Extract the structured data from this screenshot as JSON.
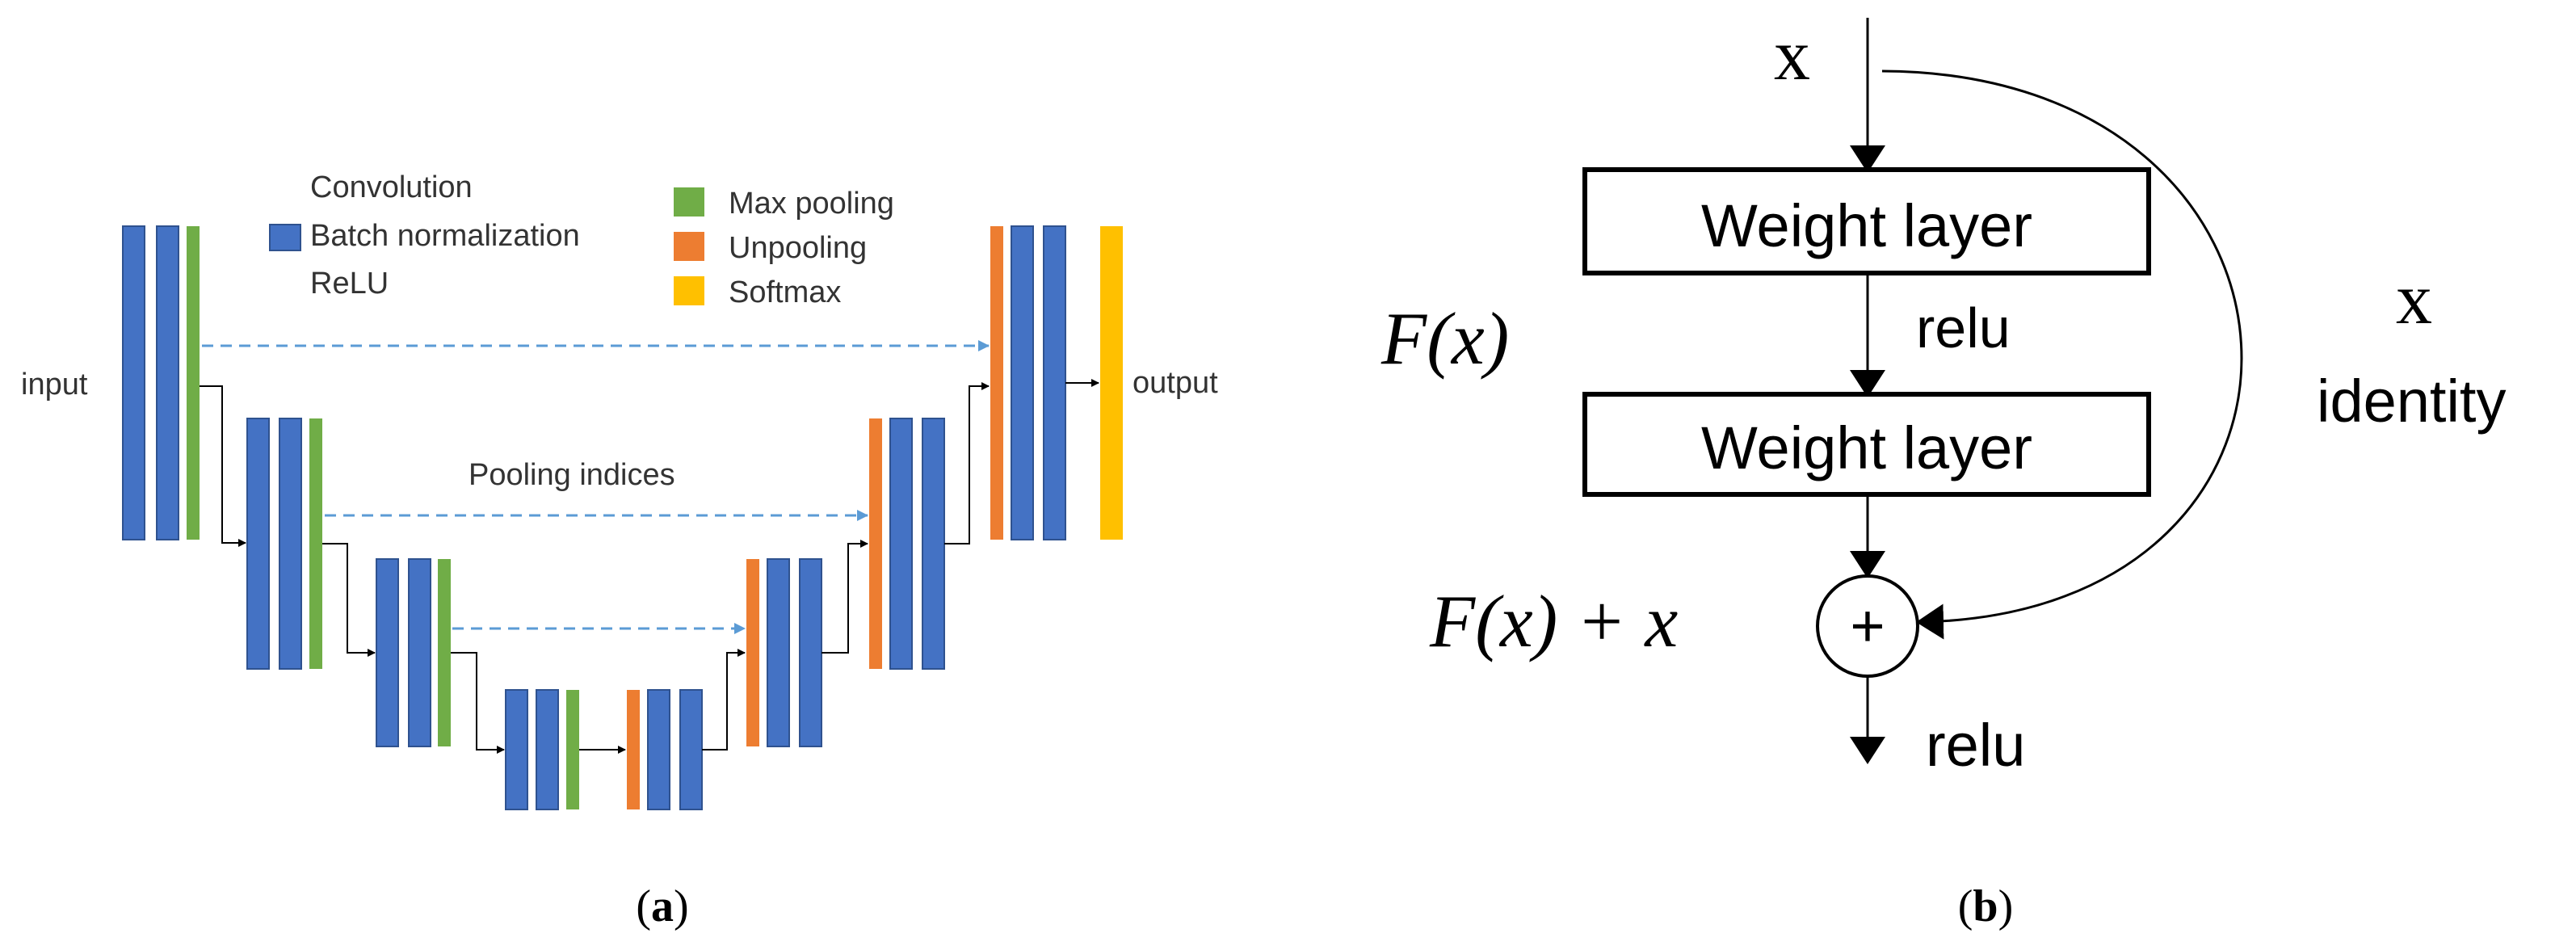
{
  "colors": {
    "conv": "#4472c4",
    "conv_stroke": "#2f528f",
    "maxpool": "#70ad47",
    "unpool": "#ed7d31",
    "softmax": "#ffc000",
    "pooling_arrow": "#5b9bd5",
    "line": "#000000"
  },
  "panel_a": {
    "caption_prefix": "(",
    "caption_letter": "a",
    "caption_suffix": ")",
    "legend": {
      "conv_lines": [
        "Convolution",
        "Batch normalization",
        "ReLU"
      ],
      "max_pooling": "Max pooling",
      "unpooling": "Unpooling",
      "softmax": "Softmax"
    },
    "input_label": "input",
    "output_label": "output",
    "pooling_indices_label": "Pooling indices"
  },
  "panel_b": {
    "caption_prefix": "(",
    "caption_letter": "b",
    "caption_suffix": ")",
    "x_top": "x",
    "weight_layer_1": "Weight layer",
    "weight_layer_2": "Weight layer",
    "relu_middle": "relu",
    "relu_bottom": "relu",
    "fx_label": "F(x)",
    "fx_plus_x_label": "F(x) + x",
    "identity_x": "x",
    "identity_label": "identity",
    "plus_symbol": "+"
  }
}
